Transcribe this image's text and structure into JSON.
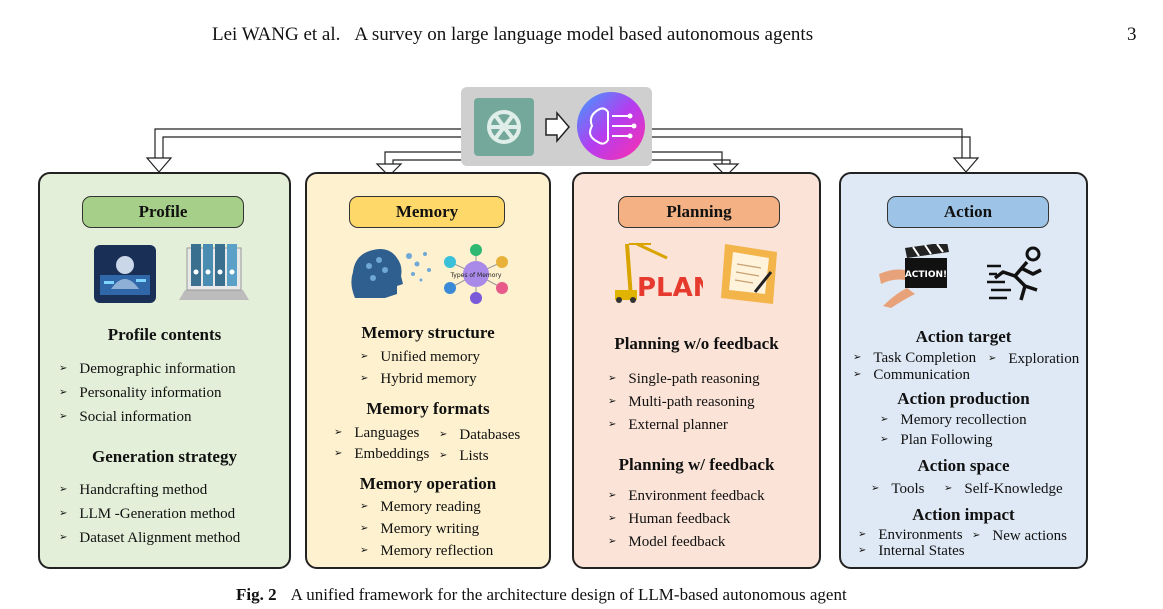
{
  "header": {
    "authors": "Lei WANG et al.",
    "title": "A survey on large language model based autonomous agents",
    "page_number": "3"
  },
  "figure": {
    "caption_label": "Fig. 2",
    "caption_text": "A unified framework for the architecture design of LLM-based autonomous agent",
    "modules": {
      "profile": {
        "title": "Profile",
        "section1_heading": "Profile contents",
        "section1_items": [
          "Demographic information",
          "Personality information",
          "Social information"
        ],
        "section2_heading": "Generation strategy",
        "section2_items": [
          "Handcrafting method",
          "LLM -Generation method",
          "Dataset Alignment method"
        ]
      },
      "memory": {
        "title": "Memory",
        "structure_heading": "Memory structure",
        "structure_items": [
          "Unified memory",
          "Hybrid memory"
        ],
        "formats_heading": "Memory formats",
        "formats_items": [
          "Languages",
          "Databases",
          "Embeddings",
          "Lists"
        ],
        "operation_heading": "Memory operation",
        "operation_items": [
          "Memory reading",
          "Memory writing",
          "Memory reflection"
        ],
        "diagram_label": "Types of Memory"
      },
      "planning": {
        "title": "Planning",
        "plan_sign_text": "PLAN",
        "wo_feedback_heading": "Planning w/o feedback",
        "wo_feedback_items": [
          "Single-path reasoning",
          "Multi-path reasoning",
          "External planner"
        ],
        "w_feedback_heading": "Planning w/ feedback",
        "w_feedback_items": [
          "Environment feedback",
          "Human feedback",
          "Model feedback"
        ]
      },
      "action": {
        "title": "Action",
        "clapper_text": "ACTION!",
        "target_heading": "Action target",
        "target_items": [
          "Task Completion",
          "Exploration",
          "Communication"
        ],
        "production_heading": "Action production",
        "production_items": [
          "Memory recollection",
          "Plan Following"
        ],
        "space_heading": "Action space",
        "space_items": [
          "Tools",
          "Self-Knowledge"
        ],
        "impact_heading": "Action impact",
        "impact_items": [
          "Environments",
          "New actions",
          "Internal States"
        ]
      }
    },
    "colors": {
      "profile_bg": "#e3efd9",
      "profile_pill": "#a6d08a",
      "memory_bg": "#fdf1cf",
      "memory_pill": "#fed96a",
      "planning_bg": "#fbe3d7",
      "planning_pill": "#f4b183",
      "action_bg": "#dfe9f5",
      "action_pill": "#9dc3e6"
    }
  }
}
